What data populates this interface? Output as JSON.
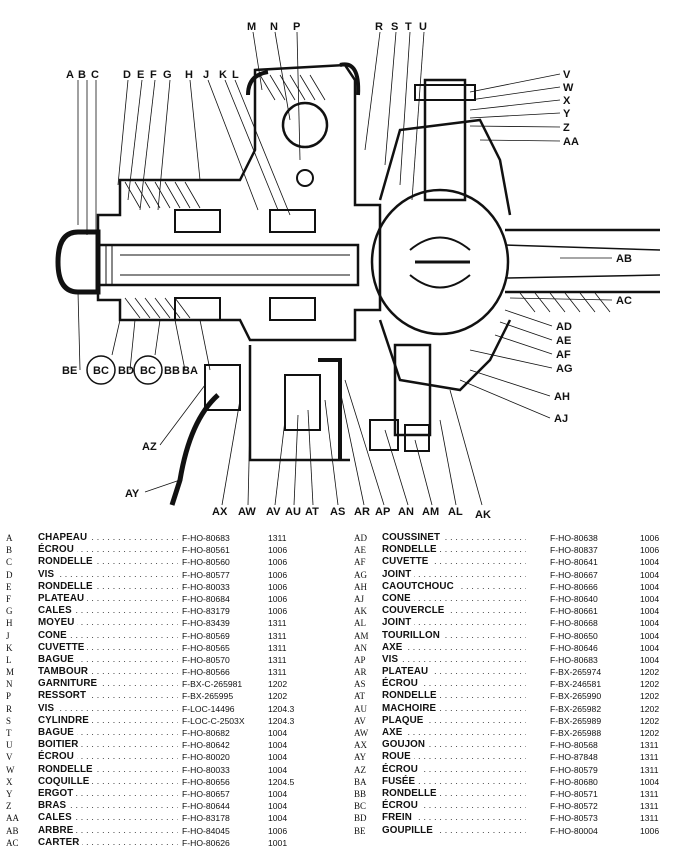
{
  "diagram": {
    "top_labels": [
      "A",
      "B",
      "C",
      "D",
      "E",
      "F",
      "G",
      "H",
      "J",
      "K",
      "L",
      "M",
      "N",
      "P",
      "R",
      "S",
      "T",
      "U"
    ],
    "right_labels": [
      "V",
      "W",
      "X",
      "Y",
      "Z",
      "AA",
      "AB",
      "AC",
      "AD",
      "AE",
      "AF",
      "AG",
      "AH",
      "AJ"
    ],
    "bottom_labels": [
      "AK",
      "AL",
      "AM",
      "AN",
      "AP",
      "AR",
      "AS",
      "AT",
      "AU",
      "AV",
      "AW",
      "AX",
      "AY",
      "AZ"
    ],
    "left_labels": [
      "BE",
      "BC",
      "BD",
      "BC",
      "BB",
      "BA"
    ]
  },
  "parts_left": [
    {
      "code": "A",
      "name": "CHAPEAU",
      "ref": "F-HO-80683",
      "num": "1311"
    },
    {
      "code": "B",
      "name": "ÉCROU",
      "ref": "F-HO-80561",
      "num": "1006"
    },
    {
      "code": "C",
      "name": "RONDELLE",
      "ref": "F-HO-80560",
      "num": "1006"
    },
    {
      "code": "D",
      "name": "VIS",
      "ref": "F-HO-80577",
      "num": "1006"
    },
    {
      "code": "E",
      "name": "RONDELLE",
      "ref": "F-HO-80033",
      "num": "1006"
    },
    {
      "code": "F",
      "name": "PLATEAU",
      "ref": "F-HO-80684",
      "num": "1006"
    },
    {
      "code": "G",
      "name": "CALES",
      "ref": "F-HO-83179",
      "num": "1006"
    },
    {
      "code": "H",
      "name": "MOYEU",
      "ref": "F-HO-83439",
      "num": "1311"
    },
    {
      "code": "J",
      "name": "CONE",
      "ref": "F-HO-80569",
      "num": "1311"
    },
    {
      "code": "K",
      "name": "CUVETTE",
      "ref": "F-HO-80565",
      "num": "1311"
    },
    {
      "code": "L",
      "name": "BAGUE",
      "ref": "F-HO-80570",
      "num": "1311"
    },
    {
      "code": "M",
      "name": "TAMBOUR",
      "ref": "F-HO-80566",
      "num": "1311"
    },
    {
      "code": "N",
      "name": "GARNITURE",
      "ref": "F-BX-C-265981",
      "num": "1202"
    },
    {
      "code": "P",
      "name": "RESSORT",
      "ref": "F-BX-265995",
      "num": "1202"
    },
    {
      "code": "R",
      "name": "VIS",
      "ref": "F-LOC-14496",
      "num": "1204.3"
    },
    {
      "code": "S",
      "name": "CYLINDRE",
      "ref": "F-LOC-C-2503X",
      "num": "1204.3"
    },
    {
      "code": "T",
      "name": "BAGUE",
      "ref": "F-HO-80682",
      "num": "1004"
    },
    {
      "code": "U",
      "name": "BOITIER",
      "ref": "F-HO-80642",
      "num": "1004"
    },
    {
      "code": "V",
      "name": "ÉCROU",
      "ref": "F-HO-80020",
      "num": "1004"
    },
    {
      "code": "W",
      "name": "RONDELLE",
      "ref": "F-HO-80033",
      "num": "1004"
    },
    {
      "code": "X",
      "name": "COQUILLE",
      "ref": "F-HO-80656",
      "num": "1204.5"
    },
    {
      "code": "Y",
      "name": "ERGOT",
      "ref": "F-HO-80657",
      "num": "1004"
    },
    {
      "code": "Z",
      "name": "BRAS",
      "ref": "F-HO-80644",
      "num": "1004"
    },
    {
      "code": "AA",
      "name": "CALES",
      "ref": "F-HO-83178",
      "num": "1004"
    },
    {
      "code": "AB",
      "name": "ARBRE",
      "ref": "F-HO-84045",
      "num": "1006"
    },
    {
      "code": "AC",
      "name": "CARTER",
      "ref": "F-HO-80626",
      "num": "1001"
    }
  ],
  "parts_right": [
    {
      "code": "AD",
      "name": "COUSSINET",
      "ref": "F-HO-80638",
      "num": "1006"
    },
    {
      "code": "AE",
      "name": "RONDELLE",
      "ref": "F-HO-80837",
      "num": "1006"
    },
    {
      "code": "AF",
      "name": "CUVETTE",
      "ref": "F-HO-80641",
      "num": "1004"
    },
    {
      "code": "AG",
      "name": "JOINT",
      "ref": "F-HO-80667",
      "num": "1004"
    },
    {
      "code": "AH",
      "name": "CAOUTCHOUC",
      "ref": "F-HO-80666",
      "num": "1004"
    },
    {
      "code": "AJ",
      "name": "CONE",
      "ref": "F-HO-80640",
      "num": "1004"
    },
    {
      "code": "AK",
      "name": "COUVERCLE",
      "ref": "F-HO-80661",
      "num": "1004"
    },
    {
      "code": "AL",
      "name": "JOINT",
      "ref": "F-HO-80668",
      "num": "1004"
    },
    {
      "code": "AM",
      "name": "TOURILLON",
      "ref": "F-HO-80650",
      "num": "1004"
    },
    {
      "code": "AN",
      "name": "AXE",
      "ref": "F-HO-80646",
      "num": "1004"
    },
    {
      "code": "AP",
      "name": "VIS",
      "ref": "F-HO-80683",
      "num": "1004"
    },
    {
      "code": "AR",
      "name": "PLATEAU",
      "ref": "F-BX-265974",
      "num": "1202"
    },
    {
      "code": "AS",
      "name": "ÉCROU",
      "ref": "F-BX-246581",
      "num": "1202"
    },
    {
      "code": "AT",
      "name": "RONDELLE",
      "ref": "F-BX-265990",
      "num": "1202"
    },
    {
      "code": "AU",
      "name": "MACHOIRE",
      "ref": "F-BX-265982",
      "num": "1202"
    },
    {
      "code": "AV",
      "name": "PLAQUE",
      "ref": "F-BX-265989",
      "num": "1202"
    },
    {
      "code": "AW",
      "name": "AXE",
      "ref": "F-BX-265988",
      "num": "1202"
    },
    {
      "code": "AX",
      "name": "GOUJON",
      "ref": "F-HO-80568",
      "num": "1311"
    },
    {
      "code": "AY",
      "name": "ROUE",
      "ref": "F-HO-87848",
      "num": "1311"
    },
    {
      "code": "AZ",
      "name": "ÉCROU",
      "ref": "F-HO-80579",
      "num": "1311"
    },
    {
      "code": "BA",
      "name": "FUSÉE",
      "ref": "F-HO-80680",
      "num": "1004"
    },
    {
      "code": "BB",
      "name": "RONDELLE",
      "ref": "F-HO-80571",
      "num": "1311"
    },
    {
      "code": "BC",
      "name": "ÉCROU",
      "ref": "F-HO-80572",
      "num": "1311"
    },
    {
      "code": "BD",
      "name": "FREIN",
      "ref": "F-HO-80573",
      "num": "1311"
    },
    {
      "code": "BE",
      "name": "GOUPILLE",
      "ref": "F-HO-80004",
      "num": "1006"
    }
  ]
}
